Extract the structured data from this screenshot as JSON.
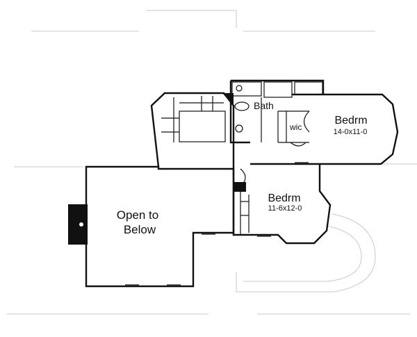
{
  "rooms": [
    {
      "name": "Bedrm",
      "size": "14-0x11-0"
    },
    {
      "name": "Bedrm",
      "size": "11-6x12-0"
    }
  ],
  "labels": {
    "bath": "Bath",
    "wic": "wic",
    "open_line1": "Open to",
    "open_line2": "Below"
  }
}
